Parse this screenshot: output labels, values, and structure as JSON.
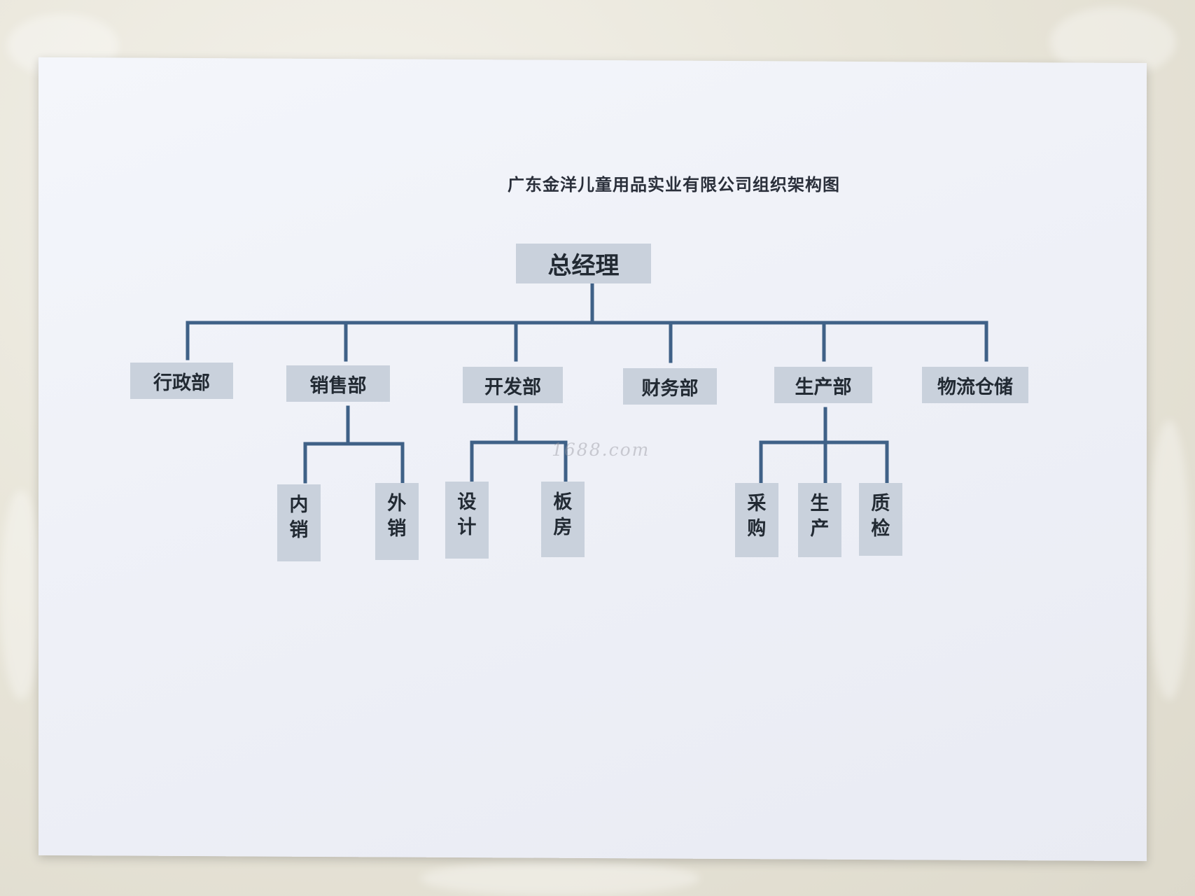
{
  "title": "广东金洋儿童用品实业有限公司组织架构图",
  "watermark": "1688.com",
  "colors": {
    "box": "#c9d1dc",
    "line": "#3f6187",
    "text": "#222a33",
    "paper": "#eef0f7"
  },
  "root": "总经理",
  "departments": [
    {
      "label": "行政部"
    },
    {
      "label": "销售部",
      "children": [
        "内销",
        "外销"
      ]
    },
    {
      "label": "开发部",
      "children": [
        "设计",
        "板房"
      ]
    },
    {
      "label": "财务部"
    },
    {
      "label": "生产部",
      "children": [
        "采购",
        "生产",
        "质检"
      ]
    },
    {
      "label": "物流仓储"
    }
  ]
}
